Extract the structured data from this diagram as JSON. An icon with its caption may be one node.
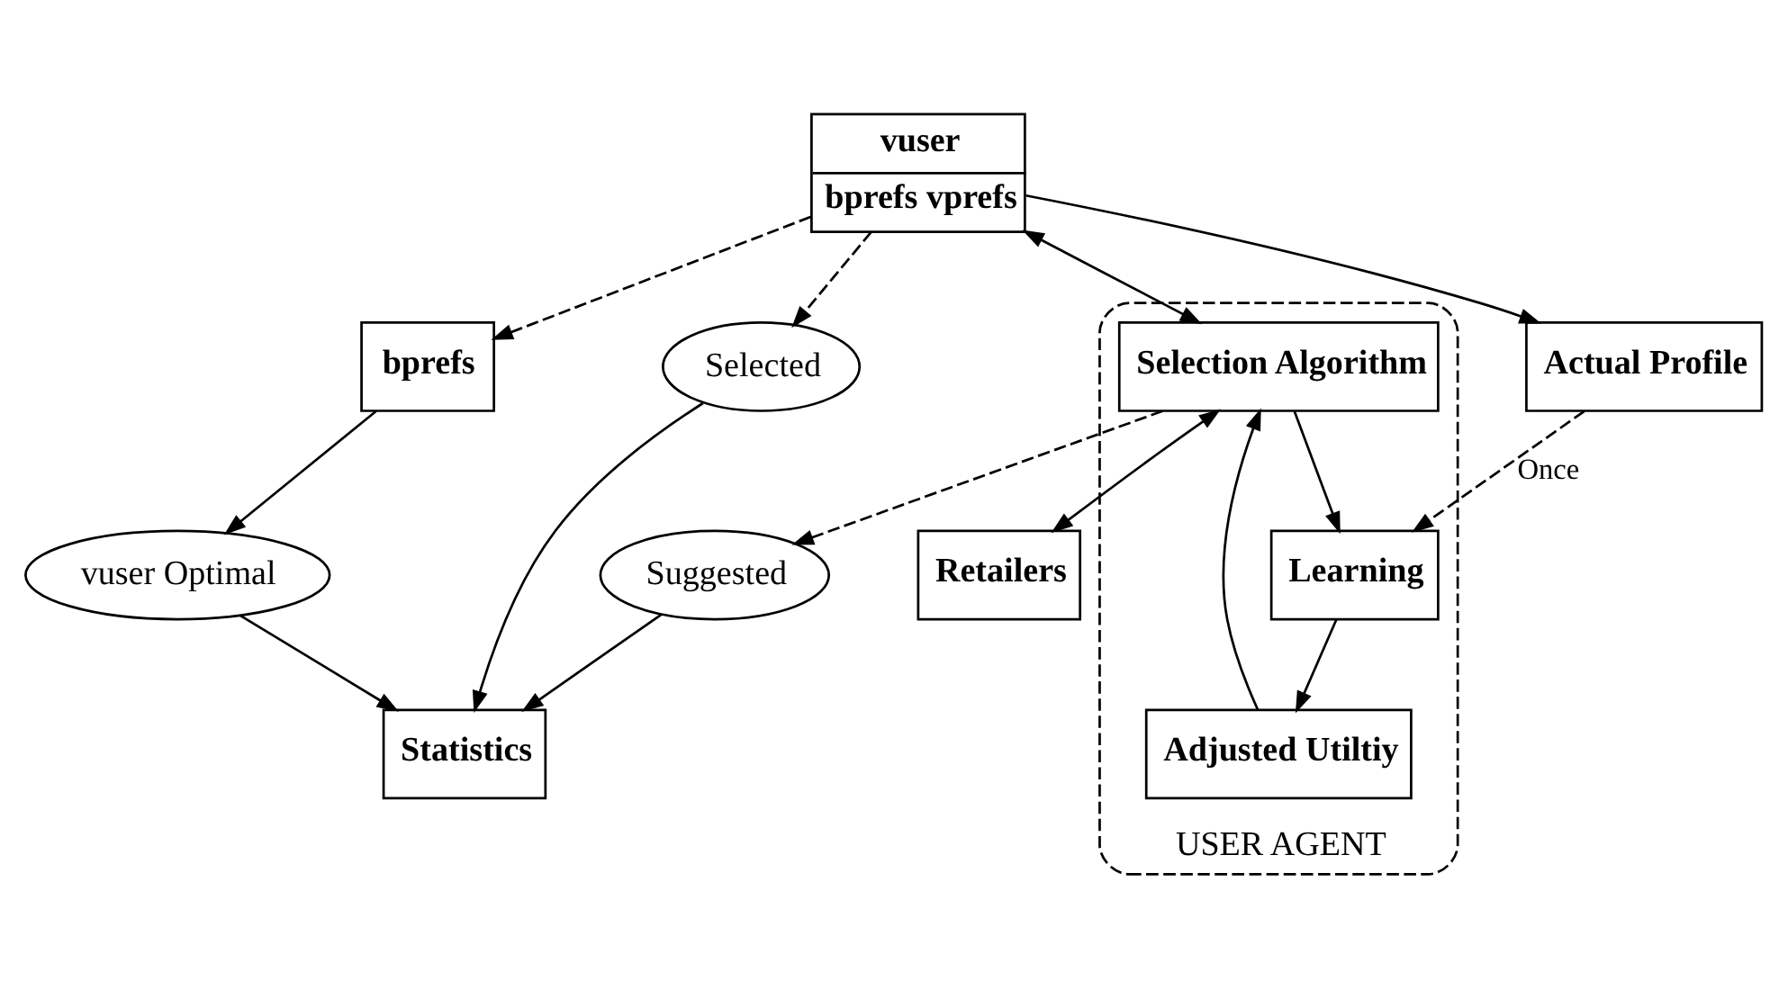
{
  "diagram": {
    "nodes": [
      {
        "text": [
          "vuser",
          "bprefs vprefs"
        ]
      },
      {
        "text": [
          "Selected"
        ]
      },
      {
        "text": [
          "Suggested"
        ]
      },
      {
        "text": [
          "USER AGENT"
        ]
      },
      {
        "text": [
          "Selection Algorithm"
        ],
        "in": 3
      },
      {
        "text": [
          "Retailers"
        ]
      },
      {
        "text": [
          "Actual Profile"
        ]
      },
      {
        "text": [
          "Learning"
        ],
        "in": 3
      },
      {
        "text": [
          "Adjusted Utiltiy"
        ],
        "in": 3
      },
      {
        "text": [
          "bprefs"
        ]
      },
      {
        "text": [
          "vuser Optimal"
        ]
      },
      {
        "text": [
          "Statistics"
        ]
      }
    ],
    "edges": [
      {
        "from": 0,
        "to": 1,
        "arrow": "to",
        "style": "dashed"
      },
      {
        "from": 4,
        "to": 2,
        "arrow": "to",
        "style": "dashed"
      },
      {
        "from": 0,
        "to": 4,
        "arrow": "both"
      },
      {
        "from": 4,
        "to": 5,
        "arrow": "both"
      },
      {
        "from": 0,
        "to": 6,
        "arrow": "to"
      },
      {
        "from": 4,
        "to": 7,
        "arrow": "to"
      },
      {
        "from": 6,
        "to": 7,
        "arrow": "to",
        "style": "dashed",
        "label": "Once"
      },
      {
        "from": 7,
        "to": 8,
        "arrow": "to"
      },
      {
        "from": 8,
        "to": 4,
        "arrow": "to"
      },
      {
        "from": 0,
        "to": 9,
        "arrow": "to",
        "style": "dashed"
      },
      {
        "from": 9,
        "to": 10,
        "arrow": "to"
      },
      {
        "from": 10,
        "to": 11,
        "arrow": "to"
      },
      {
        "from": 1,
        "to": 11,
        "arrow": "to"
      },
      {
        "from": 2,
        "to": 11,
        "arrow": "to"
      }
    ]
  }
}
